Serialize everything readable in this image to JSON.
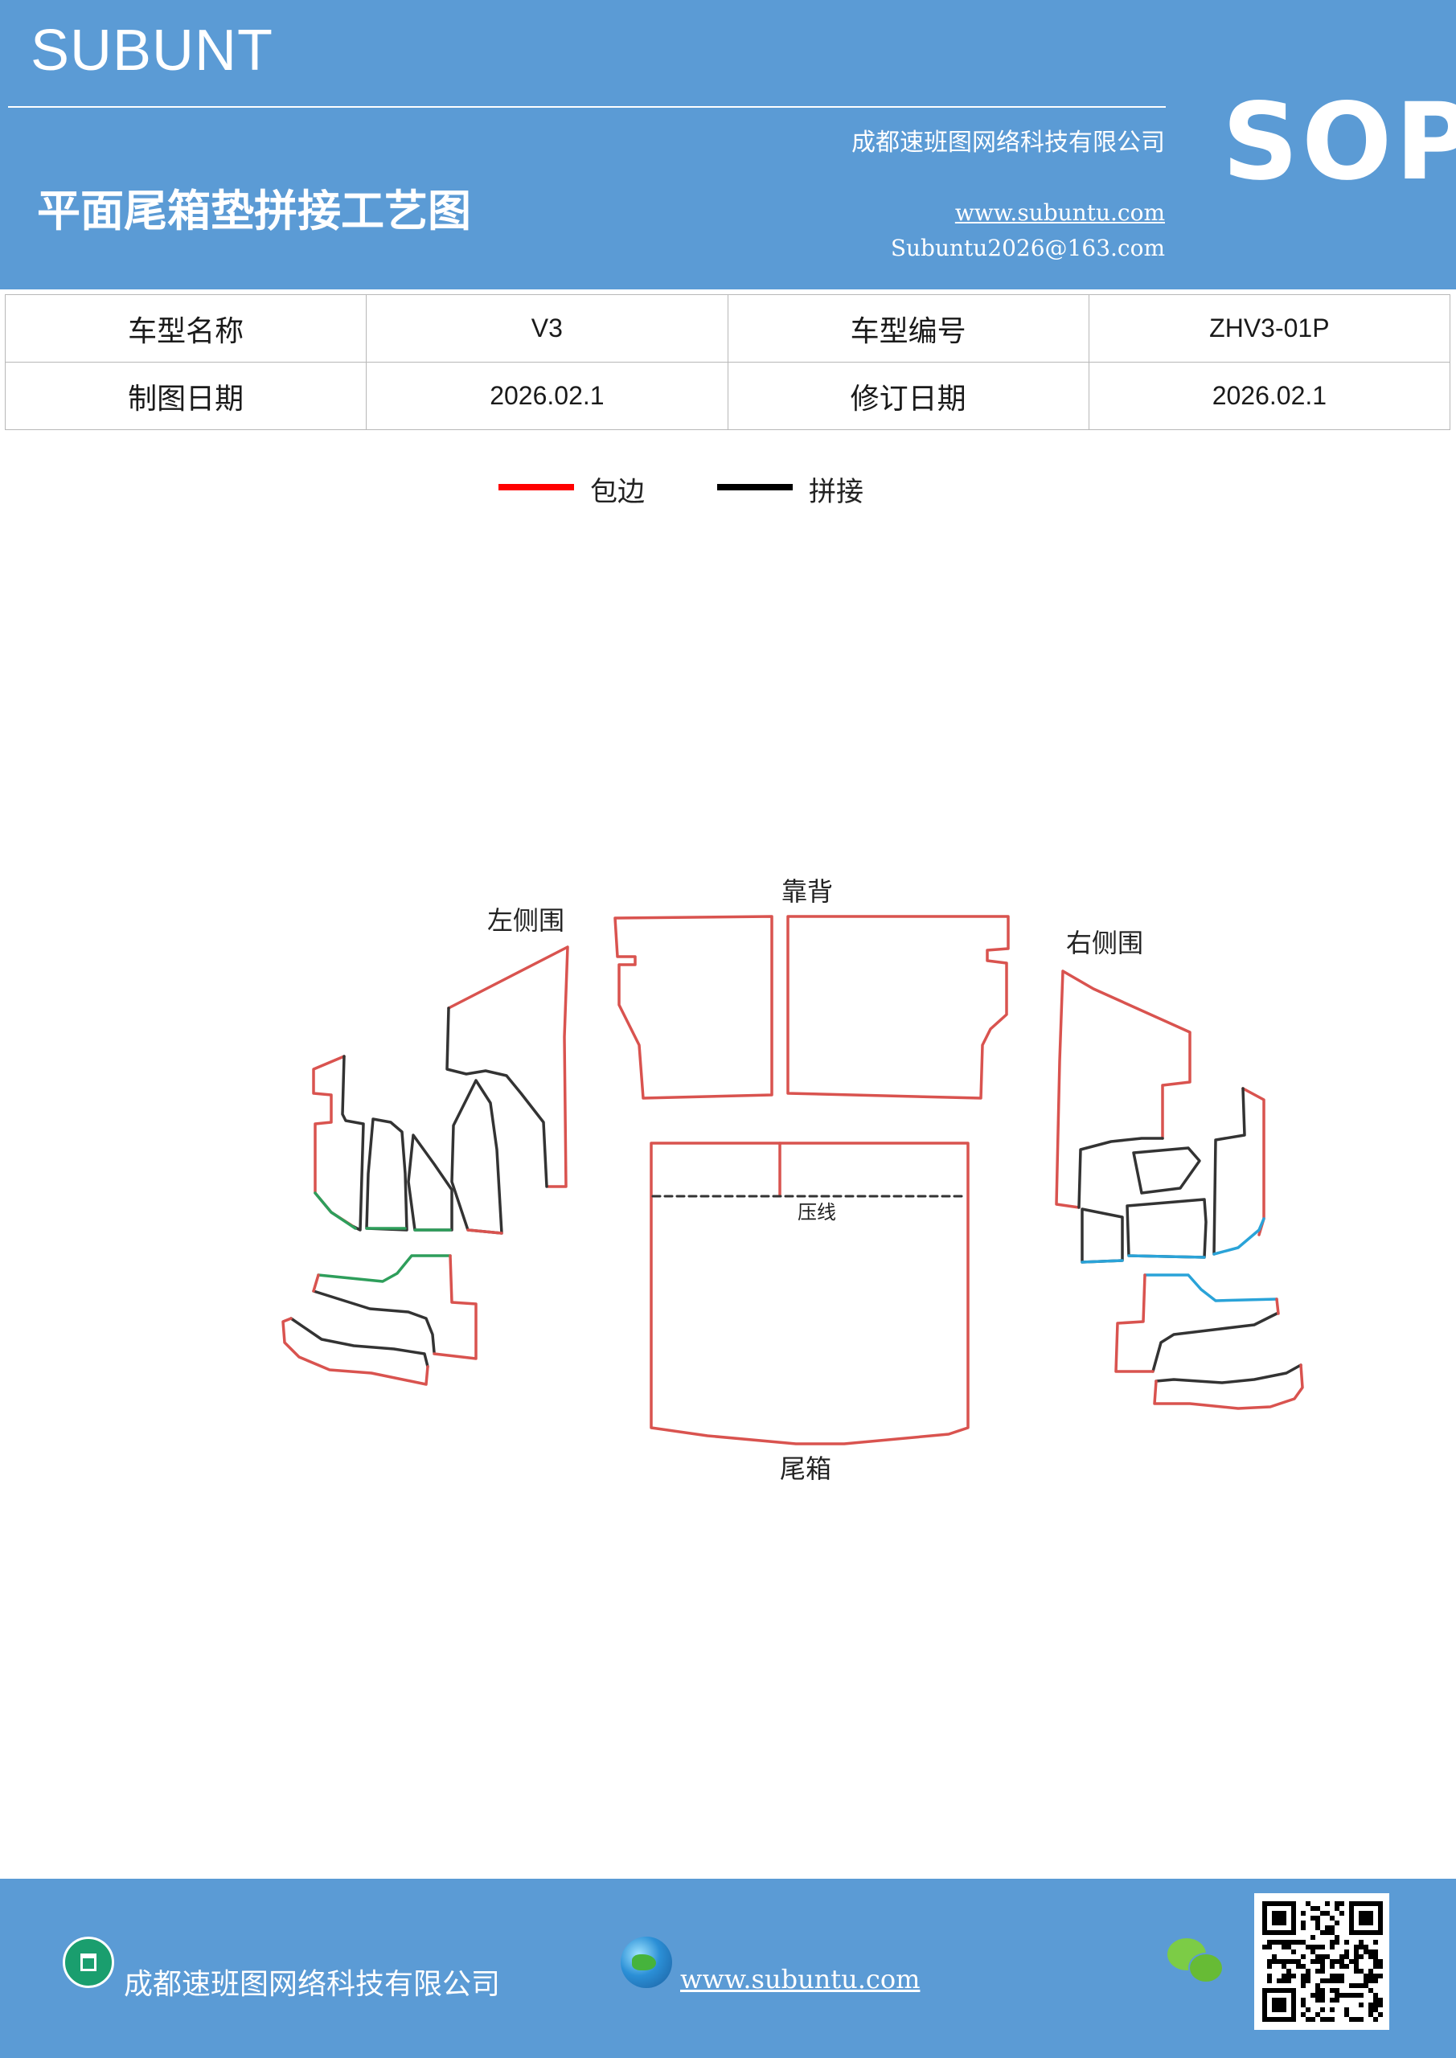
{
  "header": {
    "brand": "SUBUNT",
    "company": "成都速班图网络科技有限公司",
    "title": "平面尾箱垫拼接工艺图",
    "website": "www.subuntu.com",
    "email": "Subuntu2026@163.com",
    "badge": "SOP"
  },
  "info_table": {
    "rows": [
      {
        "label1": "车型名称",
        "value1": "V3",
        "label2": "车型编号",
        "value2": "ZHV3-01P"
      },
      {
        "label1": "制图日期",
        "value1": "2026.02.1",
        "label2": "修订日期",
        "value2": "2026.02.1"
      }
    ]
  },
  "legend": {
    "items": [
      {
        "label": "包边",
        "color": "#ff0000"
      },
      {
        "label": "拼接",
        "color": "#000000"
      }
    ]
  },
  "diagram": {
    "labels": {
      "left_side": "左侧围",
      "backrest": "靠背",
      "right_side": "右侧围",
      "crease": "压线",
      "trunk": "尾箱"
    },
    "colors": {
      "edge": "#d9534f",
      "seam": "#333333",
      "green_edge": "#2e9e5b",
      "blue_edge": "#2aa3d8"
    }
  },
  "footer": {
    "company": "成都速班图网络科技有限公司",
    "website": "www.subuntu.com",
    "icons": [
      "building-icon",
      "globe-icon",
      "wechat-icon",
      "qr-code"
    ]
  }
}
